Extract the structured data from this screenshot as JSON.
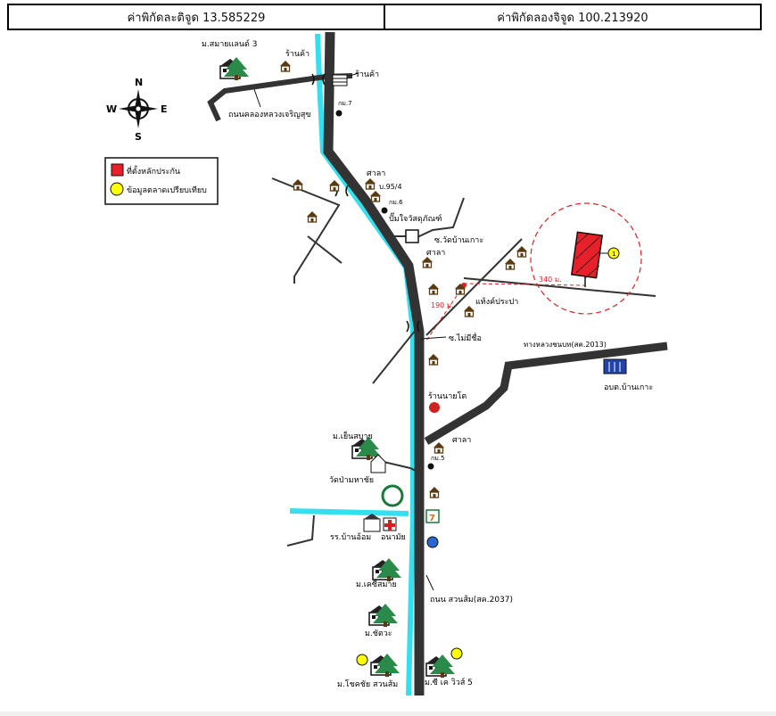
{
  "coordinates": {
    "latitude_label": "ค่าพิกัดละติจูด 13.585229",
    "longitude_label": "ค่าพิกัดลองจิจูด 100.213920"
  },
  "compass": {
    "n": "N",
    "s": "S",
    "e": "E",
    "w": "W"
  },
  "legend": {
    "site": "ที่ตั้งหลักประกัน",
    "market": "ข้อมูลตลาดเปรียบเทียบ"
  },
  "distances": {
    "d340": "340 ม.",
    "d190": "190 ม."
  },
  "labels": {
    "shop1": "ร้านค้า",
    "shop2": "ร้านค้า",
    "village3": "ม.สมายแลนด์ 3",
    "road_khlong": "ถนนคลองหลวงเจริญสุข",
    "km7": "กม.7",
    "sala1": "ศาลา",
    "house95": "บ.95/4",
    "km6": "กม.6",
    "gas": "ปั๊มใจวัสดุภัณฑ์",
    "soi_wat": "ซ.วัดบ้านเกาะ",
    "sala2": "ศาลา",
    "tank": "แท้งค์ประปา",
    "soi_noname": "ซ.ไม่มีชื่อ",
    "rural_road": "ทางหลวงชนบท(สค.2013)",
    "obt": "อบต.บ้านเกาะ",
    "shop_nayo": "ร้านนายโต",
    "village_yen": "ม.เย็นสบาย",
    "sala3": "ศาลา",
    "km5": "กม.5",
    "temple": "วัดป่ามหาชัย",
    "school": "รร.บ้านอ้อม",
    "health": "อนามัย",
    "village_kc": "ม.เคซีสมาย",
    "road_suanlum": "ถนน สวนส้ม(สค.2037)",
    "village_chotchai": "ม.ชัตวะ",
    "village_chokchai": "ม.โชคชัย สวนส้ม",
    "village_sbk": "ม.ซี เค วิวส์ 5",
    "market_num": "1"
  },
  "colors": {
    "road": "#333333",
    "canal": "#33e0f0",
    "site_fill": "#e8202a",
    "market_dot": "#ffff00",
    "dashed": "#e02020"
  }
}
